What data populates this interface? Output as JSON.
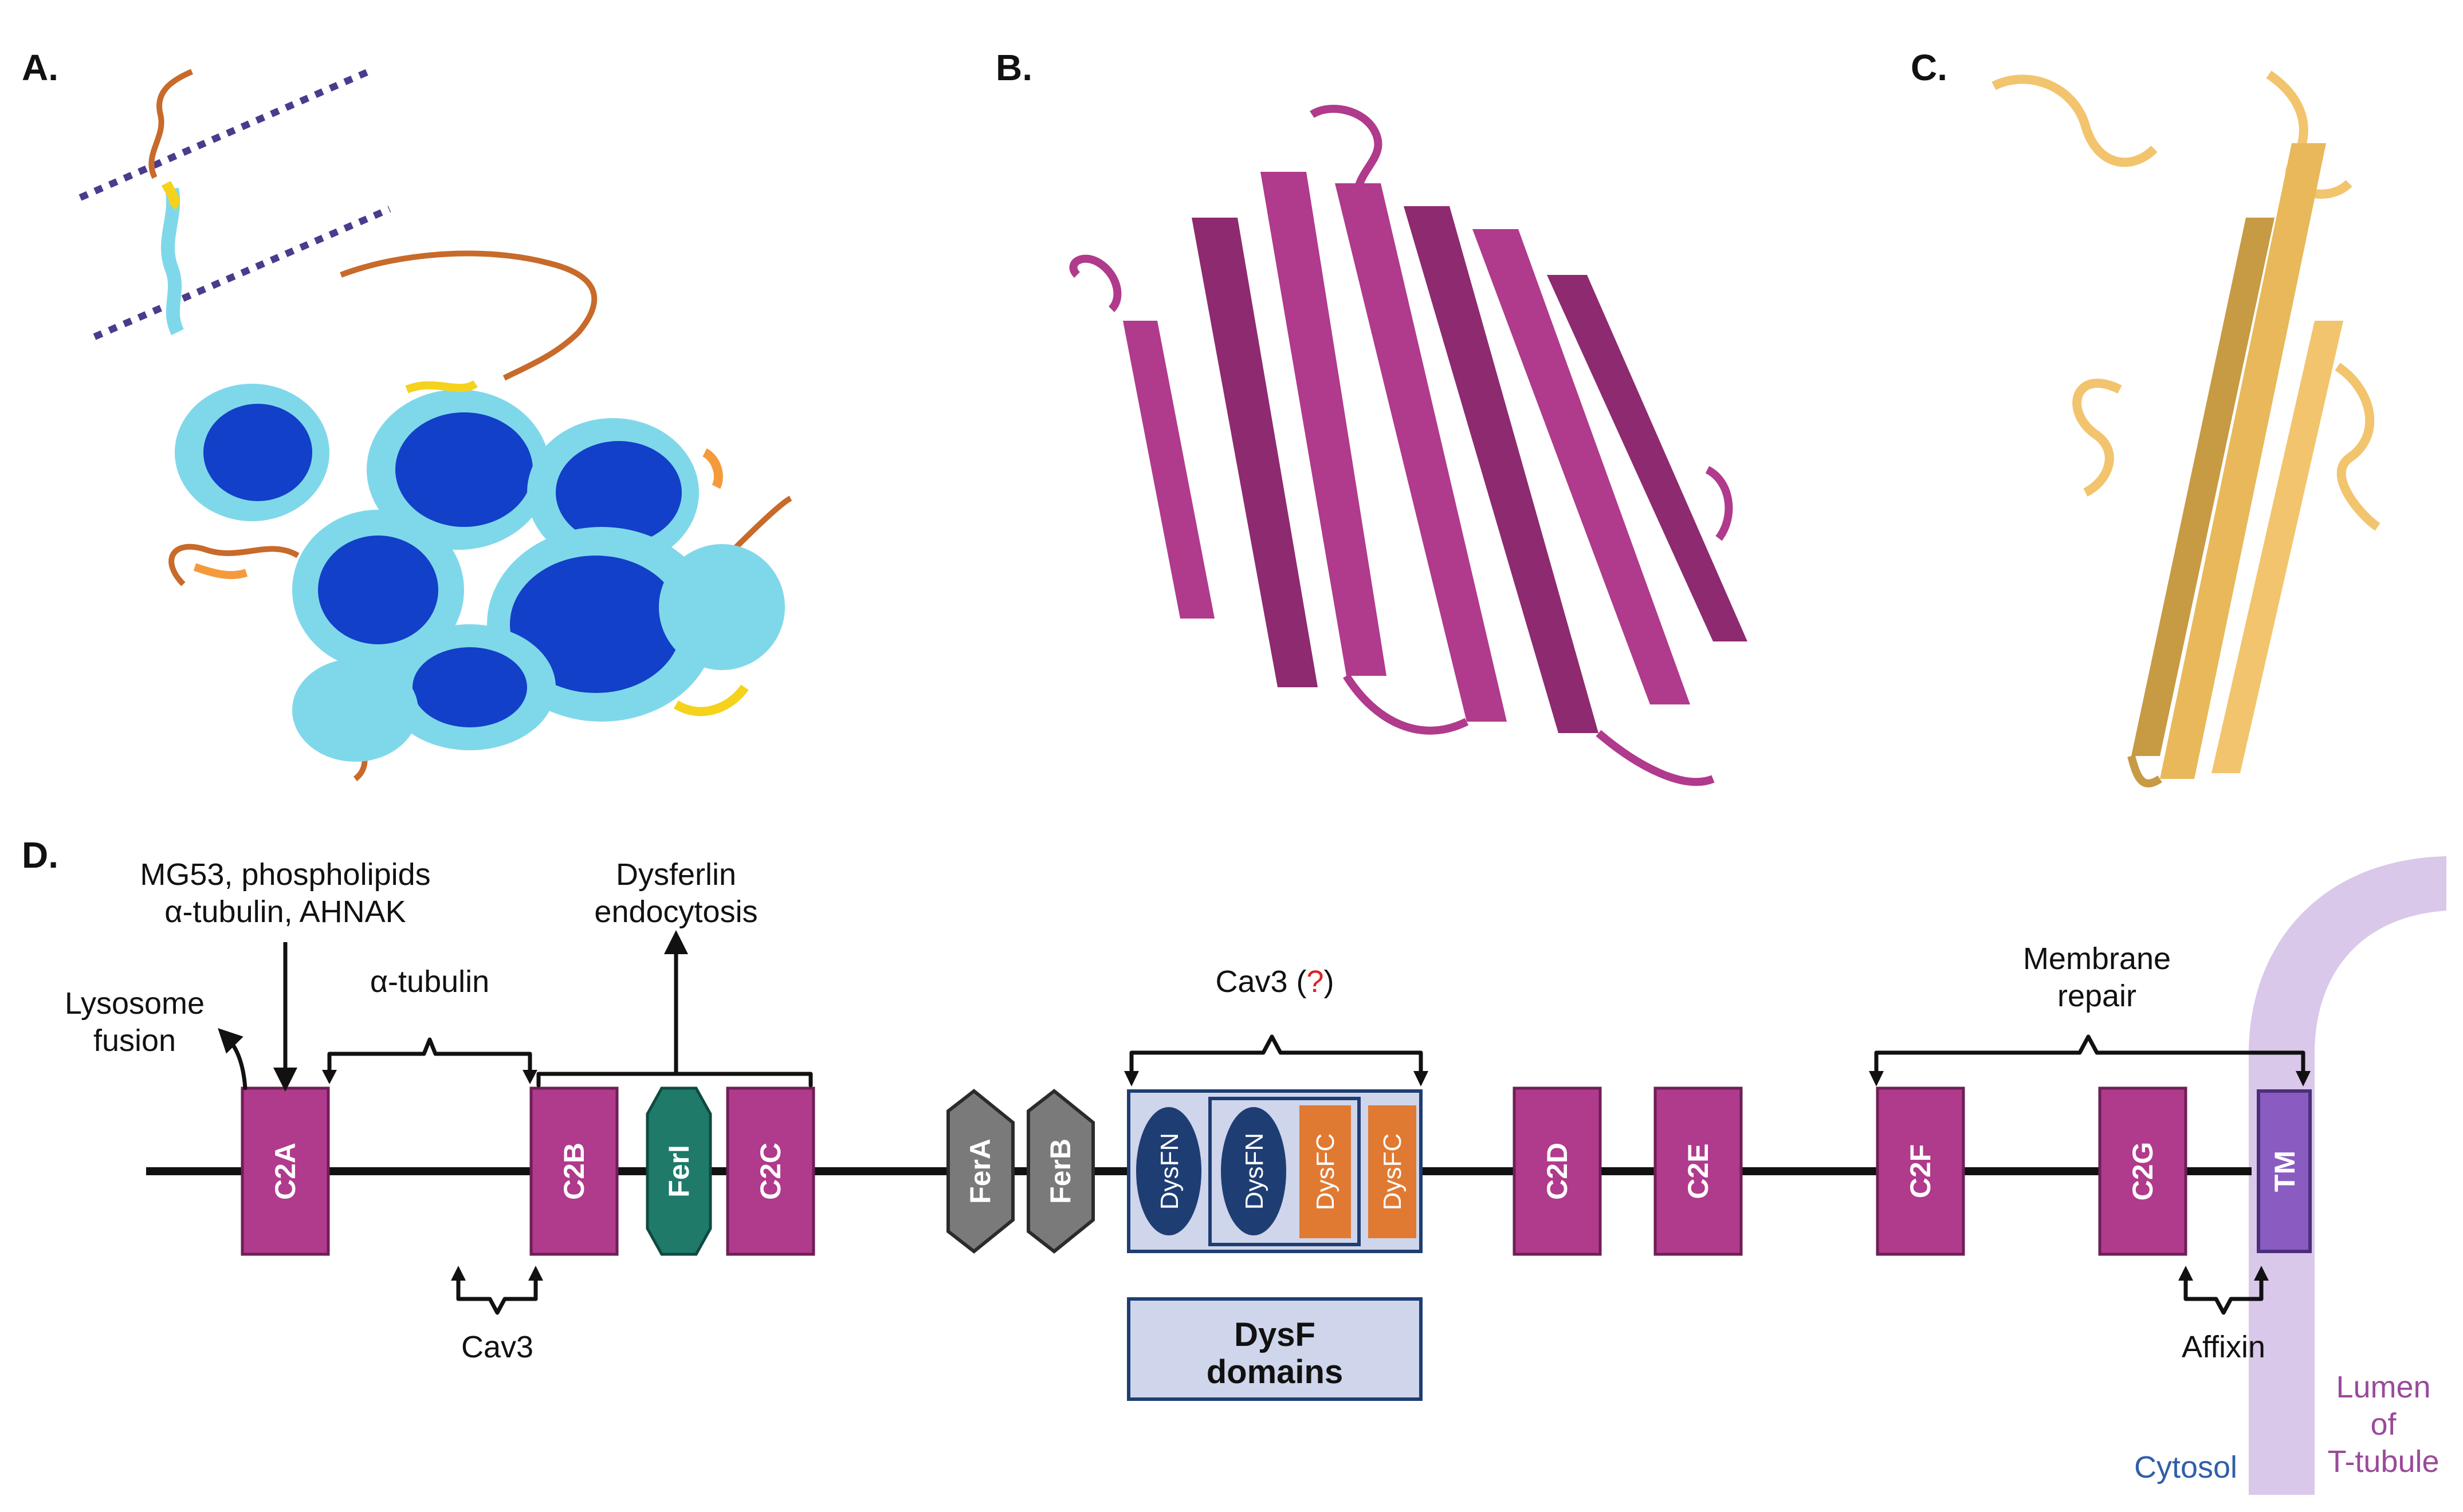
{
  "panels": {
    "a": "A.",
    "b": "B.",
    "c": "C.",
    "d": "D."
  },
  "domains": {
    "c2a": "C2A",
    "c2b": "C2B",
    "ferl": "FerI",
    "c2c": "C2C",
    "fera": "FerA",
    "ferb": "FerB",
    "dysfn_1": "DysFN",
    "dysfn_2": "DysFN",
    "dysfc_1": "DysFC",
    "dysfc_2": "DysFC",
    "c2d": "C2D",
    "c2e": "C2E",
    "c2f": "C2F",
    "c2g": "C2G",
    "tm": "TM"
  },
  "annotations": {
    "mg53_line1": "MG53, phospholipids",
    "mg53_line2": "α-tubulin, AHNAK",
    "lysosome_line1": "Lysosome",
    "lysosome_line2": "fusion",
    "alpha_tubulin": "α-tubulin",
    "dysferlin_line1": "Dysferlin",
    "dysferlin_line2": "endocytosis",
    "cav3_dysf_prefix": "Cav3 (",
    "cav3_dysf_q": "?",
    "cav3_dysf_suffix": ")",
    "membrane_line1": "Membrane",
    "membrane_line2": "repair",
    "cav3_c2b": "Cav3",
    "affixin": "Affixin",
    "dysf_line1": "DysF",
    "dysf_line2": "domains",
    "cytosol": "Cytosol",
    "lumen_line1": "Lumen",
    "lumen_line2": "of",
    "lumen_line3": "T-tubule"
  },
  "colors": {
    "c2_domain": "#b03a8c",
    "ferl_domain": "#1f7a6a",
    "fer_domain": "#7a7a7a",
    "dysfn": "#1e3d73",
    "dysfc": "#e07a32",
    "tm_domain": "#8a5cc2",
    "membrane": "#d9c8ea",
    "question_mark": "#e02020",
    "cytosol_text": "#2f5fa8",
    "lumen_text": "#9a4a9a",
    "structure_b": "#b03a8c",
    "structure_c": "#f2c46d"
  }
}
